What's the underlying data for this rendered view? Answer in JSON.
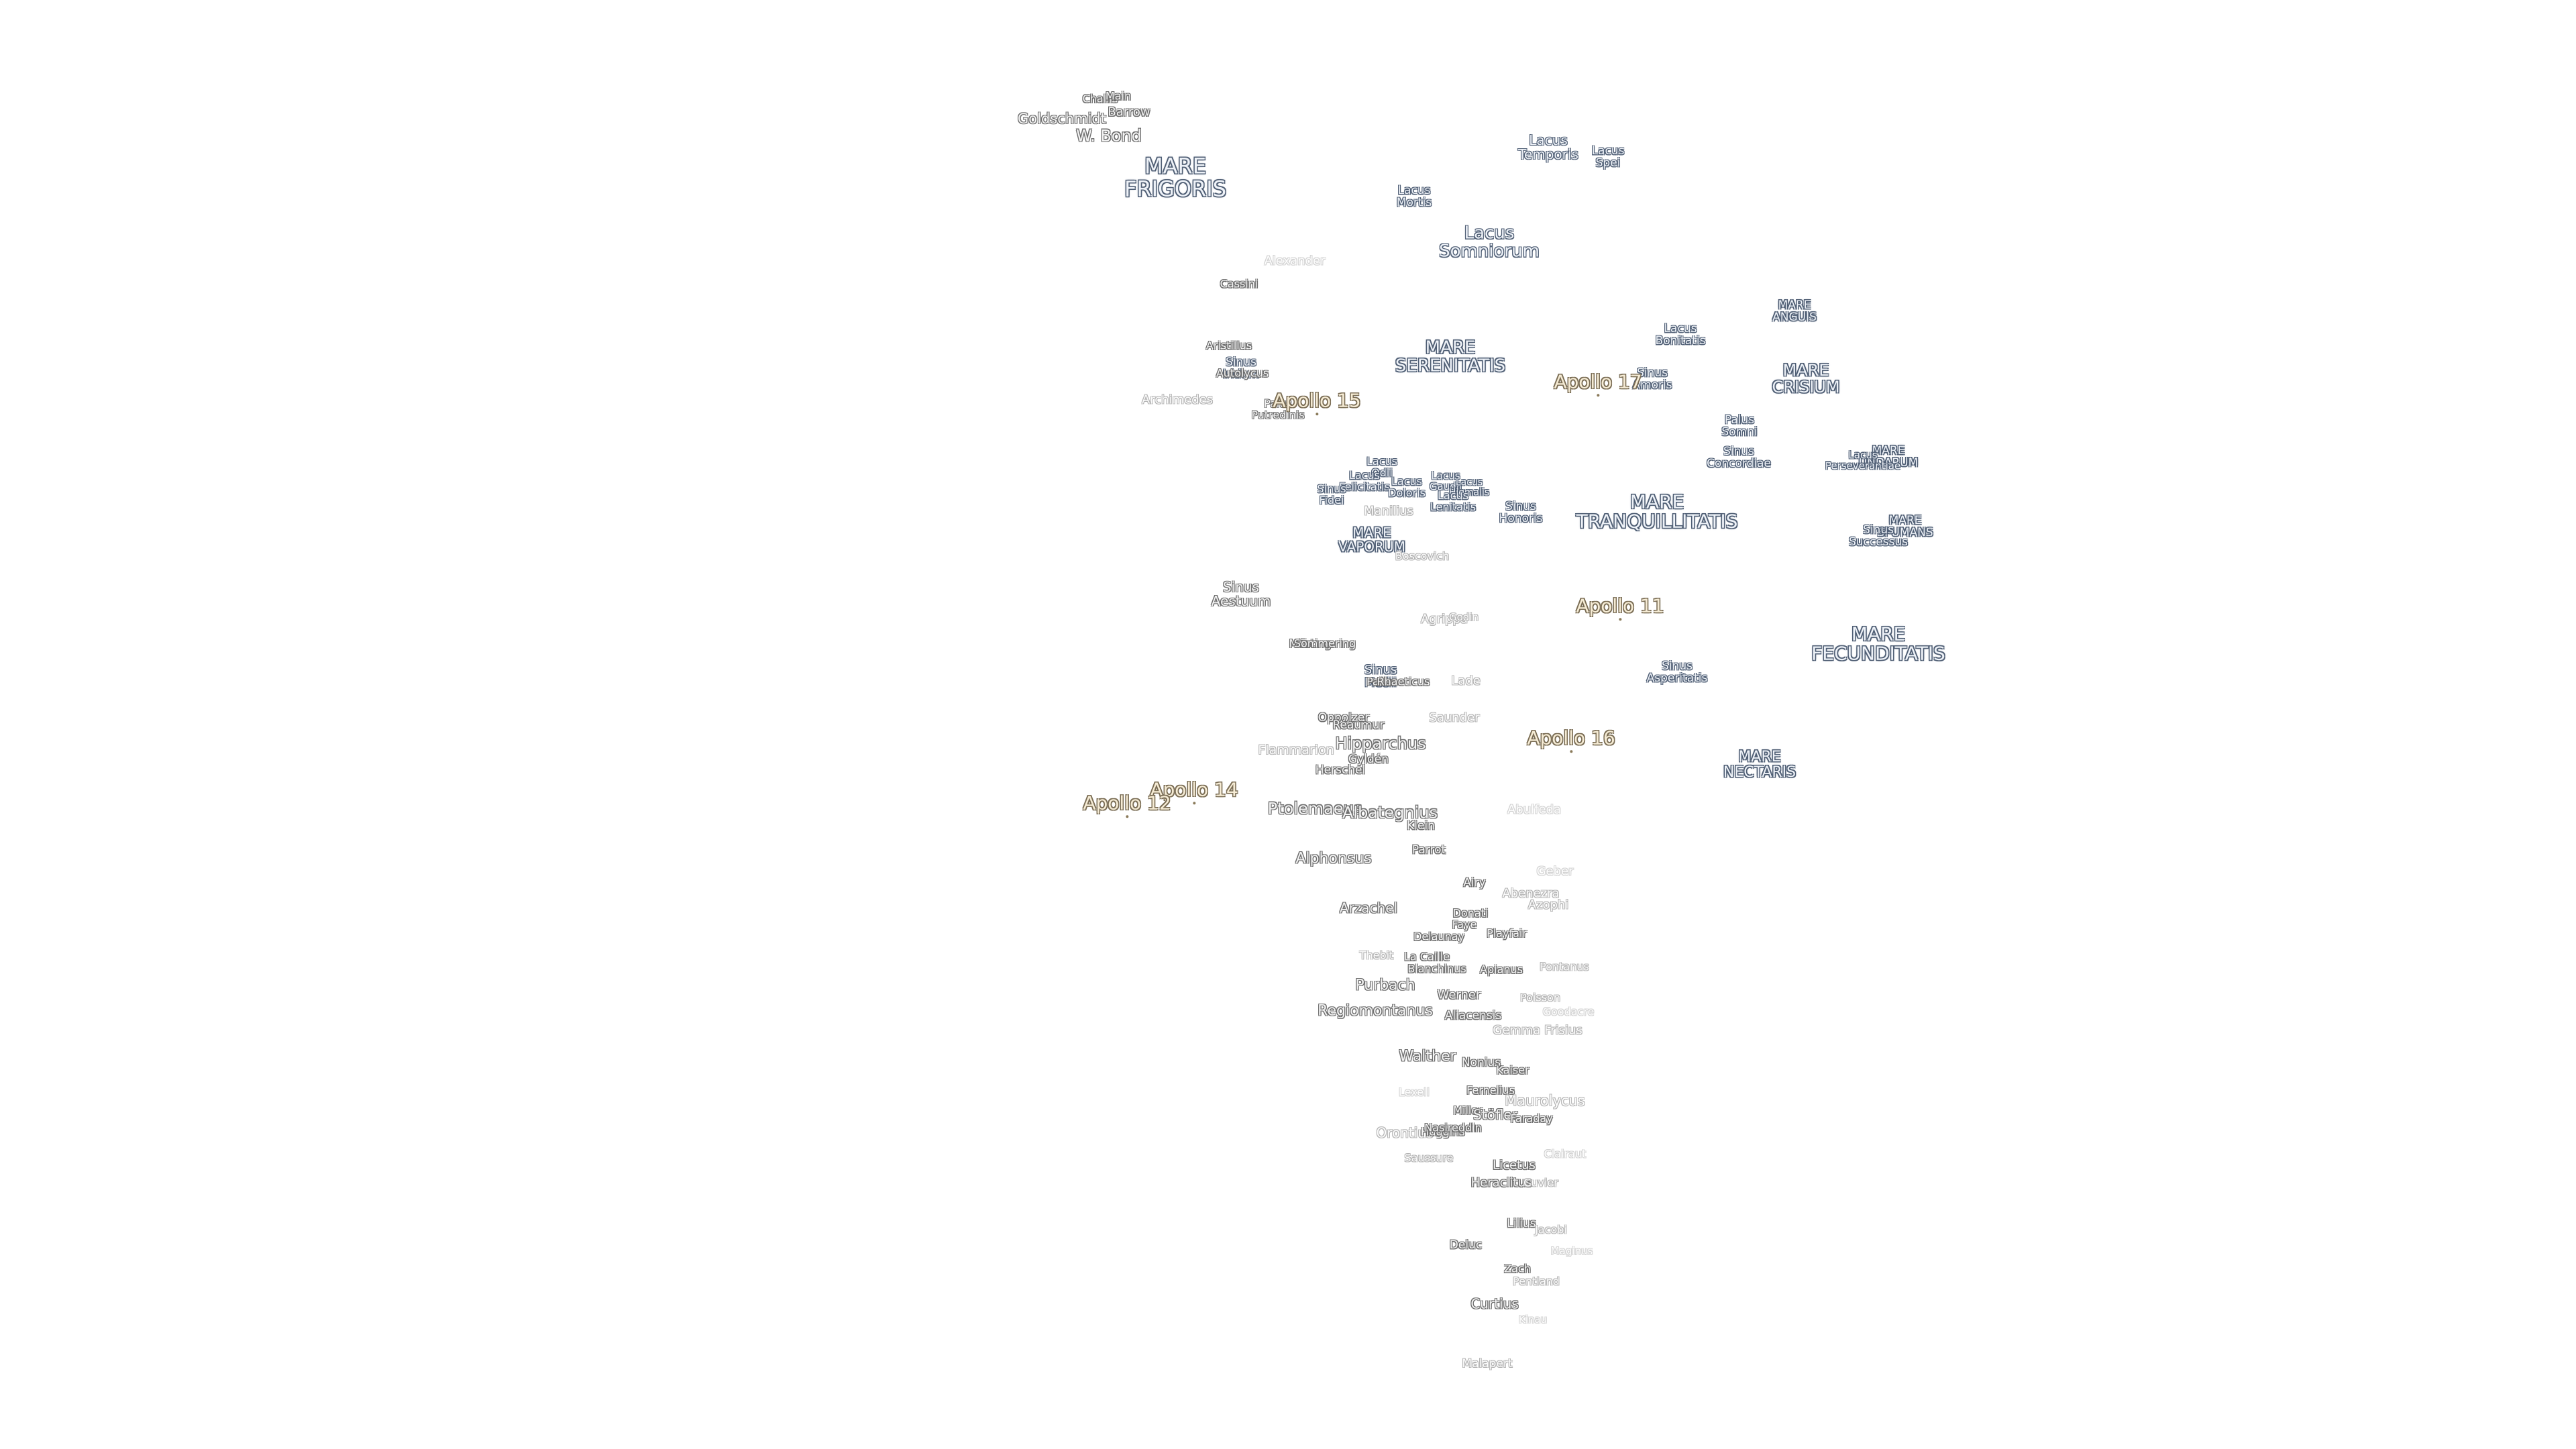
{
  "map": {
    "maria": {
      "frigoris": [
        "MARE",
        "FRIGORIS"
      ],
      "serenitatis": [
        "MARE",
        "SERENITATIS"
      ],
      "crisium": [
        "MARE",
        "CRISIUM"
      ],
      "tranquillitatis": [
        "MARE",
        "TRANQUILLITATIS"
      ],
      "fecunditatis": [
        "MARE",
        "FECUNDITATIS"
      ],
      "nectaris": [
        "MARE",
        "NECTARIS"
      ],
      "vaporum": [
        "MARE",
        "VAPORUM"
      ],
      "anguis": [
        "MARE",
        "ANGUIS"
      ],
      "undarum": [
        "MARE",
        "UNDARUM"
      ],
      "spumans": [
        "MARE",
        "SPUMANS"
      ]
    },
    "lakes": {
      "temporis": [
        "Lacus",
        "Temporis"
      ],
      "spei": [
        "Lacus",
        "Spei"
      ],
      "mortis": [
        "Lacus",
        "Mortis"
      ],
      "somniorum": [
        "Lacus",
        "Somniorum"
      ],
      "bonitatis": [
        "Lacus",
        "Bonitatis"
      ],
      "amoris": [
        "Sinus",
        "Amoris"
      ],
      "iridum": [
        "Sinus",
        "Iridum"
      ],
      "somni": [
        "Palus",
        "Somni"
      ],
      "concordiae": [
        "Sinus",
        "Concordiae"
      ],
      "perseverantiae": [
        "Lacus",
        "Perseverantiae"
      ],
      "successus": [
        "Sinus",
        "Successus"
      ],
      "odii": [
        "Lacus",
        "Odii"
      ],
      "felicitatis": [
        "Lacus",
        "Felicitatis"
      ],
      "doloris": [
        "Lacus",
        "Doloris"
      ],
      "gaudii": [
        "Lacus",
        "Gaudii"
      ],
      "hiemalis": [
        "Lacus",
        "Hiemalis"
      ],
      "lenitatis": [
        "Lacus",
        "Lenitatis"
      ],
      "fidei": [
        "Sinus",
        "Fidei"
      ],
      "honoris": [
        "Sinus",
        "Honoris"
      ],
      "aestuum": [
        "Sinus",
        "Aestuum"
      ],
      "medii": [
        "Sinus",
        "Medii"
      ],
      "asperitatis": [
        "Sinus",
        "Asperitatis"
      ],
      "putredinis": [
        "Palus",
        "Putredinis"
      ]
    },
    "apollo": {
      "a15": "Apollo 15",
      "a17": "Apollo 17",
      "a11": "Apollo 11",
      "a16": "Apollo 16",
      "a14": "Apollo 14",
      "a12": "Apollo 12"
    },
    "craters": {
      "challis": "Challis",
      "main": "Main",
      "barrow": "Barrow",
      "goldschmidt": "Goldschmidt",
      "wbond": "W. Bond",
      "alexander": "Alexander",
      "cassini": "Cassini",
      "aristillus": "Aristillus",
      "autolycus": "Autolycus",
      "archimedes": "Archimedes",
      "manilius": "Manilius",
      "boscovich": "Boscovich",
      "agrippa": "Agrippa",
      "godin": "Godin",
      "mosting": "Mösting",
      "sommering": "Sömmering",
      "pallas": "Pallas",
      "rhaeticus": "Rhaeticus",
      "lade": "Lade",
      "oppolzer": "Oppolzer",
      "reaumur": "Réaumur",
      "saunder": "Saunder",
      "hipparchus": "Hipparchus",
      "flammarion": "Flammarion",
      "gylden": "Gyldén",
      "herschel": "Herschel",
      "ptolemaeus": "Ptolemaeus",
      "albategnius": "Albategnius",
      "klein": "Klein",
      "abulfeda": "Abulfeda",
      "alphonsus": "Alphonsus",
      "parrot": "Parrot",
      "geber": "Geber",
      "airy": "Airy",
      "abenezra": "Abenezra",
      "azophi": "Azophi",
      "arzachel": "Arzachel",
      "donati": "Donati",
      "faye": "Faye",
      "delaunay": "Delaunay",
      "playfair": "Playfair",
      "thebit": "Thebit",
      "lacaille": "La Caille",
      "blanchinus": "Blanchinus",
      "purbach": "Purbach",
      "werner": "Werner",
      "apianus": "Apianus",
      "pontanus": "Pontanus",
      "poisson": "Poisson",
      "regiomontanus": "Regiomontanus",
      "aliacensis": "Aliacensis",
      "gemmafrisius": "Gemma Frisius",
      "goodacre": "Goodacre",
      "walther": "Walther",
      "nonius": "Nonius",
      "kaiser": "Kaiser",
      "fernelius": "Fernelius",
      "lexell": "Lexell",
      "maurolycus": "Maurolycus",
      "miller": "Miller",
      "stofler": "Stöfler",
      "faraday": "Faraday",
      "orontius": "Orontius",
      "huggins": "Huggins",
      "nasireddin": "Nasireddin",
      "saussure": "Saussure",
      "licetus": "Licetus",
      "clairaut": "Clairaut",
      "heraclitus": "Heraclitus",
      "cuvier": "Cuvier",
      "lilius": "Lilius",
      "jacobi": "Jacobi",
      "deluc": "Deluc",
      "zach": "Zach",
      "pentland": "Pentland",
      "curtius": "Curtius",
      "kinau": "Kinau",
      "maginus": "Maginus",
      "malapert": "Malapert"
    }
  }
}
